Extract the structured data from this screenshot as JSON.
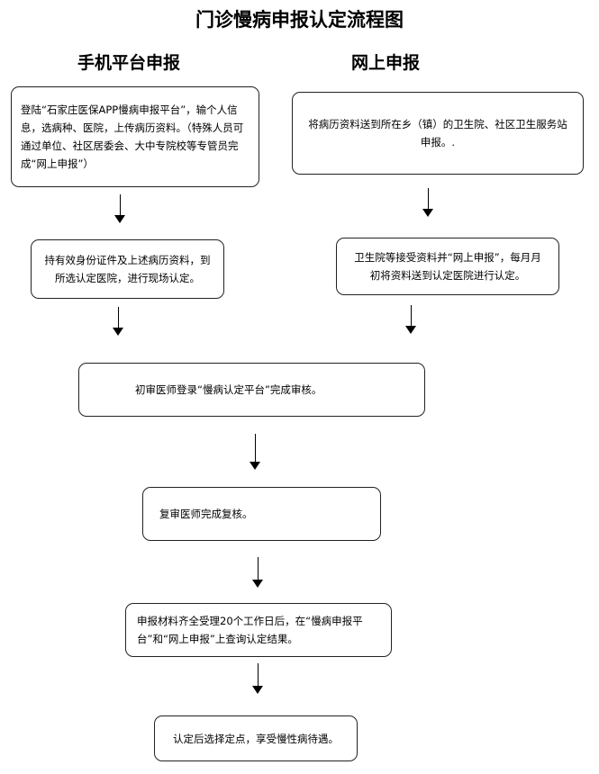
{
  "title": "门诊慢病申报认定流程图",
  "columns": {
    "left": "手机平台申报",
    "right": "网上申报"
  },
  "steps": {
    "left_1": "登陆“石家庄医保APP慢病申报平台”，输个人信息，选病种、医院，上传病历资料。（特殊人员可通过单位、社区居委会、大中专院校等专管员完成“网上申报”）",
    "left_2": "持有效身份证件及上述病历资料，到所选认定医院，进行现场认定。",
    "right_1": "将病历资料送到所在乡（镇）的卫生院、社区卫生服务站申报。.",
    "right_2": "卫生院等接受资料并“网上申报”，每月月初将资料送到认定医院进行认定。",
    "review_1": "初审医师登录“慢病认定平台”完成审核。",
    "review_2": "复审医师完成复核。",
    "result": "申报材料齐全受理20个工作日后，在“慢病申报平台”和“网上申报”上查询认定结果。",
    "final": "认定后选择定点，享受慢性病待遇。"
  }
}
